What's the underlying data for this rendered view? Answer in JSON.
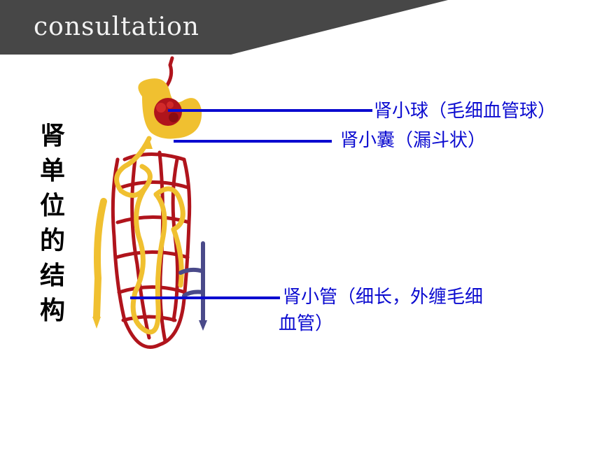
{
  "slide": {
    "header_word": "consultation",
    "title_chars": [
      "肾",
      "单",
      "位",
      "的",
      "结",
      "构"
    ]
  },
  "labels": {
    "glomerulus": "肾小球（毛细血管球）",
    "capsule": "肾小囊（漏斗状）",
    "tubule_line1": "肾小管（细长，外缠毛细",
    "tubule_line2": "血管）"
  },
  "colors": {
    "label": "#0b0bd0",
    "artery": "#b0141c",
    "tubule": "#f0c030",
    "vein": "#4a4a8a",
    "bg_band": "#4d4d4d"
  }
}
